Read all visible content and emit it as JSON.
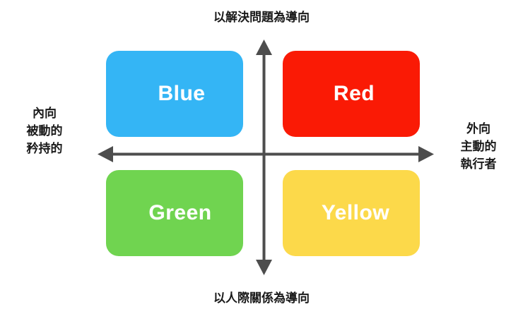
{
  "diagram": {
    "title_top": "以解決問題為導向",
    "title_bottom": "以人際關係為導向",
    "axis_left": {
      "lines": [
        "內向",
        "被動的",
        "矜持的"
      ]
    },
    "axis_right": {
      "lines": [
        "外向",
        "主動的",
        "執行者"
      ]
    },
    "axis_color": "#4d4d4d",
    "quadrants": [
      {
        "id": "blue",
        "label": "Blue",
        "color": "#34b5f5",
        "position": "top-left"
      },
      {
        "id": "red",
        "label": "Red",
        "color": "#fa1a05",
        "position": "top-right"
      },
      {
        "id": "green",
        "label": "Green",
        "color": "#70d450",
        "position": "bottom-left"
      },
      {
        "id": "yellow",
        "label": "Yellow",
        "color": "#fcd94a",
        "position": "bottom-right"
      }
    ]
  }
}
